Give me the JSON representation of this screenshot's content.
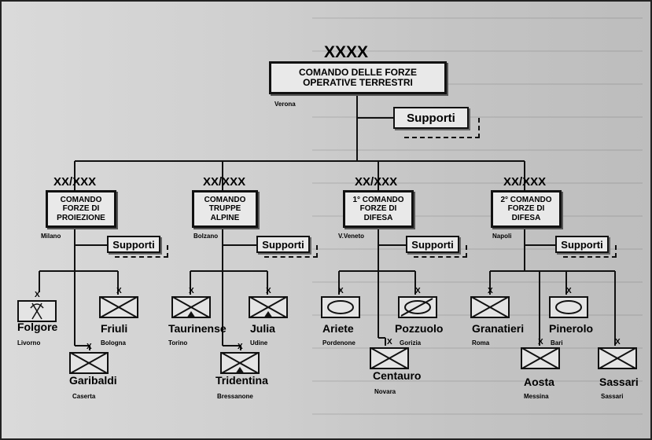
{
  "top": {
    "echelon": "XXXX",
    "name_line1": "COMANDO DELLE FORZE",
    "name_line2": "OPERATIVE TERRESTRI",
    "location": "Verona",
    "supporti": "Supporti"
  },
  "commands": [
    {
      "echelon": "XX/XXX",
      "line1": "COMANDO",
      "line2": "FORZE DI",
      "line3": "PROIEZIONE",
      "location": "Milano",
      "supporti": "Supporti"
    },
    {
      "echelon": "XX/XXX",
      "line1": "COMANDO",
      "line2": "TRUPPE",
      "line3": "ALPINE",
      "location": "Bolzano",
      "supporti": "Supporti"
    },
    {
      "echelon": "XX/XXX",
      "line1": "1° COMANDO",
      "line2": "FORZE DI",
      "line3": "DIFESA",
      "location": "V.Veneto",
      "supporti": "Supporti"
    },
    {
      "echelon": "XX/XXX",
      "line1": "2° COMANDO",
      "line2": "FORZE DI",
      "line3": "DIFESA",
      "location": "Napoli",
      "supporti": "Supporti"
    }
  ],
  "brigades": [
    {
      "name": "Folgore",
      "location": "Livorno",
      "echelon": "X",
      "symbol": "parachute-infantry-icon"
    },
    {
      "name": "Friuli",
      "location": "Bologna",
      "echelon": "X",
      "symbol": "infantry-icon"
    },
    {
      "name": "Garibaldi",
      "location": "Caserta",
      "echelon": "X",
      "symbol": "infantry-icon"
    },
    {
      "name": "Taurinense",
      "location": "Torino",
      "echelon": "X",
      "symbol": "mountain-infantry-icon"
    },
    {
      "name": "Julia",
      "location": "Udine",
      "echelon": "X",
      "symbol": "mountain-infantry-icon"
    },
    {
      "name": "Tridentina",
      "location": "Bressanone",
      "echelon": "X",
      "symbol": "mountain-infantry-icon"
    },
    {
      "name": "Ariete",
      "location": "Pordenone",
      "echelon": "X",
      "symbol": "armour-icon"
    },
    {
      "name": "Pozzuolo",
      "location": "Gorizia",
      "echelon": "X",
      "symbol": "cavalry-armour-icon"
    },
    {
      "name": "Centauro",
      "location": "Novara",
      "echelon": "X",
      "symbol": "infantry-icon"
    },
    {
      "name": "Granatieri",
      "location": "Roma",
      "echelon": "X",
      "symbol": "infantry-icon"
    },
    {
      "name": "Pinerolo",
      "location": "Bari",
      "echelon": "X",
      "symbol": "armour-icon"
    },
    {
      "name": "Aosta",
      "location": "Messina",
      "echelon": "X",
      "symbol": "infantry-icon"
    },
    {
      "name": "Sassari",
      "location": "Sassari",
      "echelon": "X",
      "symbol": "infantry-icon"
    }
  ]
}
